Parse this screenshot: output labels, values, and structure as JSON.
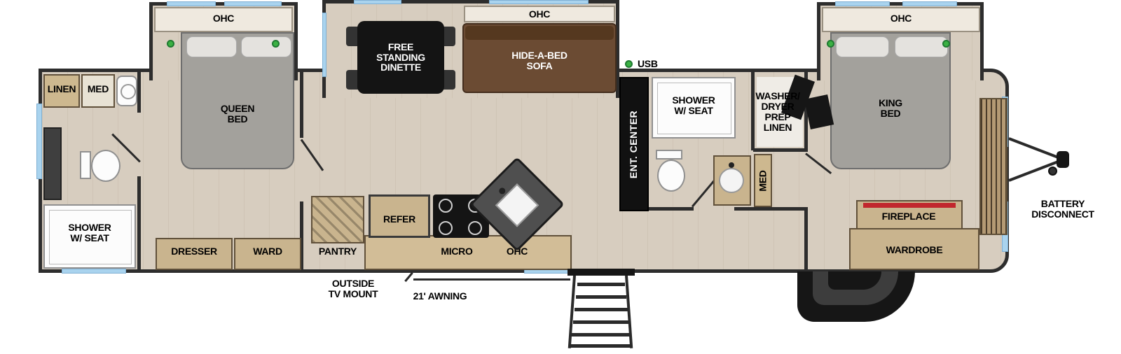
{
  "floorplan": {
    "rear_bath": {
      "linen": "LINEN",
      "med": "MED",
      "shower": "SHOWER\nW/ SEAT"
    },
    "rear_bedroom": {
      "ohc": "OHC",
      "bed": "QUEEN\nBED",
      "dresser": "DRESSER",
      "ward": "WARD"
    },
    "living": {
      "ohc": "OHC",
      "dinette": "FREE\nSTANDING\nDINETTE",
      "sofa": "HIDE-A-BED\nSOFA",
      "usb": "USB"
    },
    "kitchen": {
      "pantry": "PANTRY",
      "refer": "REFER",
      "micro": "MICRO",
      "ohc": "OHC",
      "ent_center": "ENT. CENTER"
    },
    "mid_bath": {
      "shower": "SHOWER\nW/ SEAT",
      "med": "MED",
      "washer_closet": "WASHER/\nDRYER\nPREP\nLINEN"
    },
    "front_bedroom": {
      "ohc": "OHC",
      "bed": "KING\nBED",
      "fireplace": "FIREPLACE",
      "wardrobe": "WARDROBE"
    },
    "exterior": {
      "battery_disconnect": "BATTERY\nDISCONNECT",
      "tv_mount": "OUTSIDE\nTV MOUNT",
      "awning": "21' AWNING"
    }
  },
  "colors": {
    "wall": "#2d2d2d",
    "floor": "#d7cdbf",
    "window": "#a9d3ee",
    "indicator_green": "#3bb143",
    "fireplace_red": "#c1272d",
    "sofa_brown": "#6b4b33"
  }
}
